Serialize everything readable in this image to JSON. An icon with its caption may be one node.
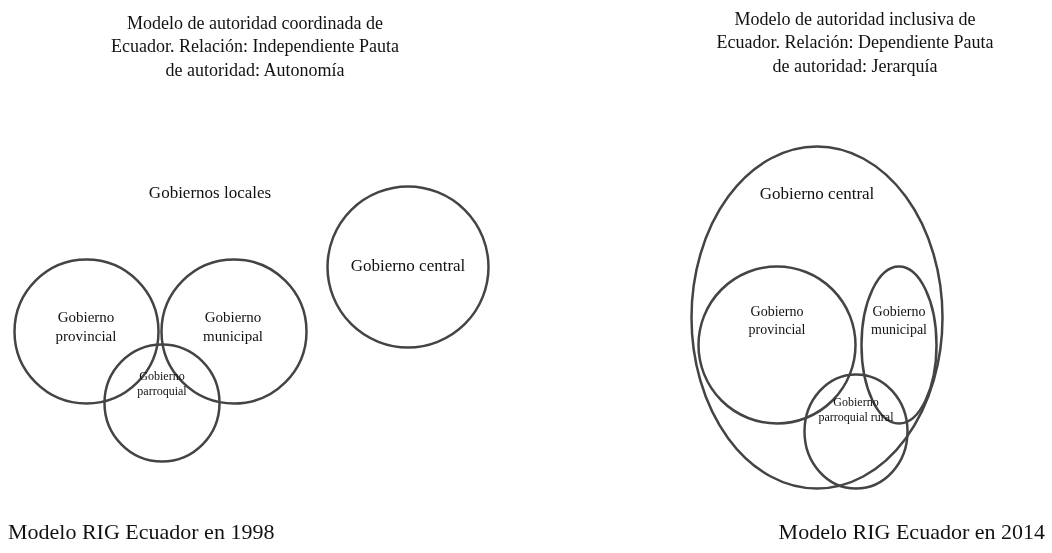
{
  "diagram": {
    "nodes": [
      {
        "text": [
          "Gobierno provincial"
        ]
      },
      {
        "text": [
          "Gobierno municipal"
        ]
      },
      {
        "text": [
          "Gobierno parroquial"
        ]
      },
      {
        "text": [
          "Gobierno central"
        ]
      },
      {
        "text": [
          "Gobierno central"
        ]
      },
      {
        "text": [
          "Gobierno provincial"
        ],
        "in": 4
      },
      {
        "text": [
          "Gobierno municipal"
        ],
        "in": 4
      },
      {
        "text": [
          "Gobierno parroquial rural"
        ],
        "in": 4
      }
    ],
    "edges": [],
    "labels": [
      "Modelo de autoridad coordinada de Ecuador. Relación: Independiente Pauta de autoridad: Autonomía",
      "Modelo de autoridad inclusiva de Ecuador. Relación: Dependiente Pauta de autoridad: Jerarquía",
      "Gobiernos locales",
      "Modelo RIG Ecuador en 1998",
      "Modelo RIG Ecuador en 2014"
    ]
  }
}
